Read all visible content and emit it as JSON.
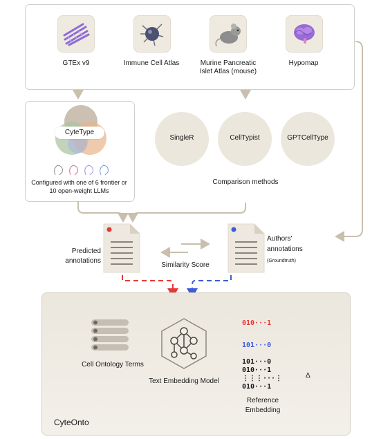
{
  "sources": [
    {
      "label": "GTEx v9",
      "icon": "tissue-fibers-icon"
    },
    {
      "label": "Immune Cell Atlas",
      "icon": "immune-cell-icon"
    },
    {
      "label": "Murine Pancreatic\nIslet Atlas (mouse)",
      "icon": "mouse-icon"
    },
    {
      "label": "Hypomap",
      "icon": "brain-icon"
    }
  ],
  "cytetype": {
    "name": "CyteType",
    "caption_line1": "Configured with one of 6 frontier or",
    "caption_line2": "10 open-weight LLMs"
  },
  "comparison": {
    "methods": [
      "SingleR",
      "CellTypist",
      "GPTCellType"
    ],
    "caption": "Comparison methods"
  },
  "predicted": {
    "line1": "Predicted",
    "line2": "annotations",
    "dot_color": "#e53935"
  },
  "authors": {
    "line1": "Authors'",
    "line2": "annotations",
    "sub": "(Groundtruth)",
    "dot_color": "#3b5bdb"
  },
  "similarity": "Similarity Score",
  "cyteonto": {
    "title": "CyteOnto",
    "terms_label": "Cell Ontology Terms",
    "model_label": "Text Embedding Model",
    "reference_line1": "Reference",
    "reference_line2": "Embedding",
    "red_code": "010···1",
    "blue_code": "101···0",
    "ref_rows": [
      "101···0",
      "010···1",
      "⋮⋮⋮···⋮",
      "010···1"
    ],
    "delta": "Δ"
  },
  "colors": {
    "red": "#e53935",
    "blue": "#3b5bdb",
    "arrow": "#c9bfae",
    "tile": "#efeae0"
  }
}
